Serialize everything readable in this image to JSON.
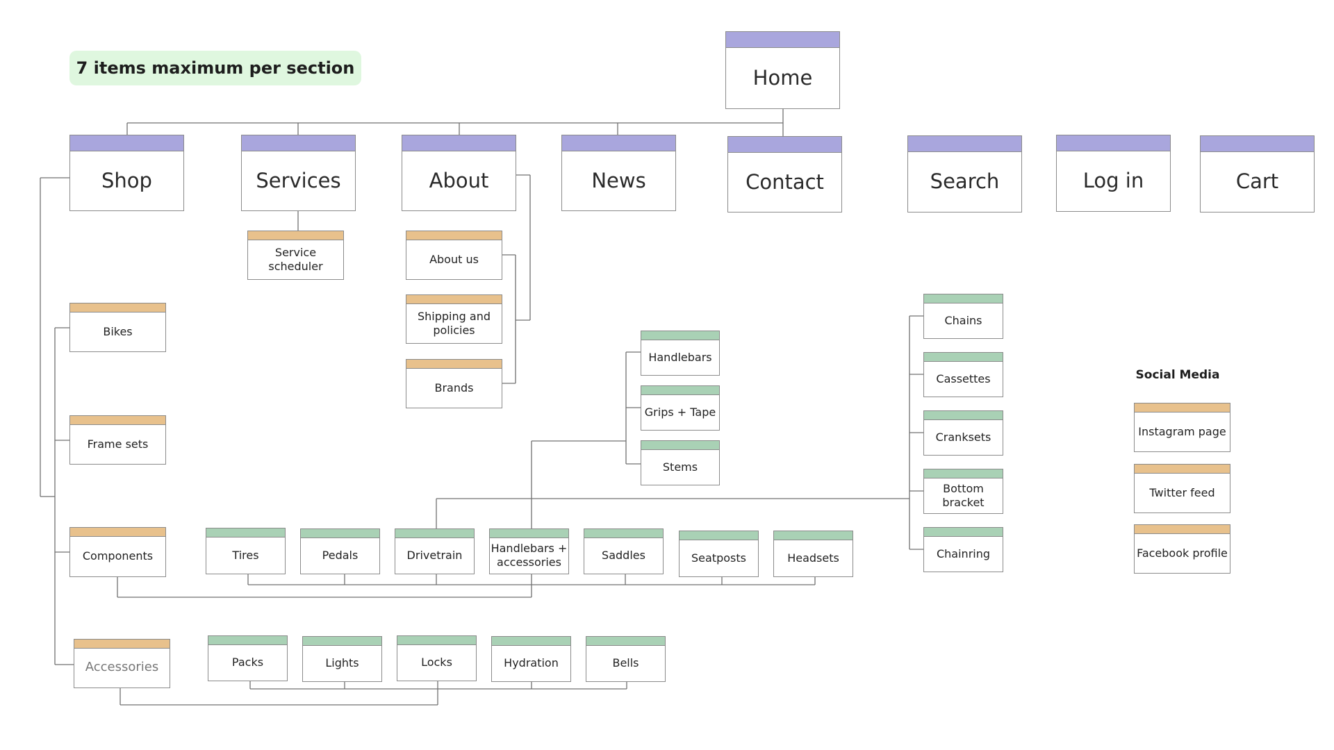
{
  "note": "7 items maximum per section",
  "colors": {
    "nav_bar": "#a9a6dd",
    "section_bar": "#e8c18c",
    "sub_bar": "#a9d1b5",
    "note_bg": "#dff7df"
  },
  "nav": {
    "home": "Home",
    "shop": "Shop",
    "services": "Services",
    "about": "About",
    "news": "News",
    "contact": "Contact",
    "search": "Search",
    "login": "Log in",
    "cart": "Cart"
  },
  "services": {
    "scheduler": "Service scheduler"
  },
  "about": {
    "about_us": "About us",
    "shipping": "Shipping and policies",
    "brands": "Brands"
  },
  "shop": {
    "bikes": "Bikes",
    "frame_sets": "Frame sets",
    "components": "Components",
    "accessories": "Accessories"
  },
  "components": {
    "tires": "Tires",
    "pedals": "Pedals",
    "drivetrain": "Drivetrain",
    "handlebars_accessories": "Handlebars + accessories",
    "saddles": "Saddles",
    "seatposts": "Seatposts",
    "headsets": "Headsets"
  },
  "handlebars_group": {
    "handlebars": "Handlebars",
    "grips": "Grips + Tape",
    "stems": "Stems"
  },
  "drivetrain_group": {
    "chains": "Chains",
    "cassettes": "Cassettes",
    "cranksets": "Cranksets",
    "bottom_bracket": "Bottom bracket",
    "chainring": "Chainring"
  },
  "accessories": {
    "packs": "Packs",
    "lights": "Lights",
    "locks": "Locks",
    "hydration": "Hydration",
    "bells": "Bells"
  },
  "social": {
    "title": "Social Media",
    "instagram": "Instagram page",
    "twitter": "Twitter feed",
    "facebook": "Facebook profile"
  }
}
